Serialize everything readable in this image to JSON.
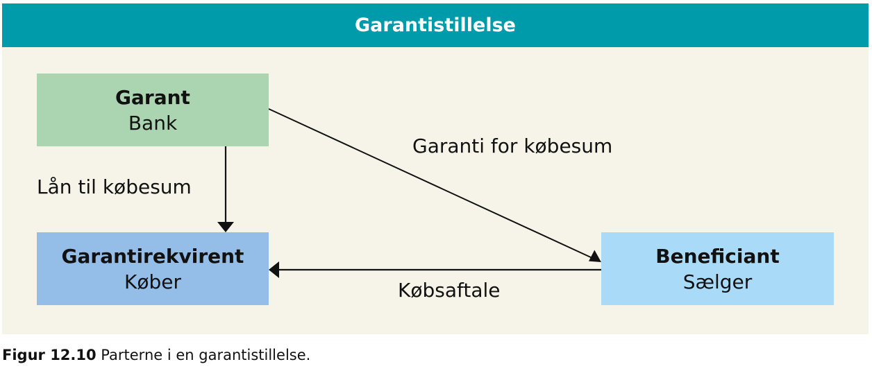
{
  "header": {
    "title": "Garantistillelse"
  },
  "nodes": {
    "garant": {
      "title": "Garant",
      "subtitle": "Bank",
      "color": "#abd4b0"
    },
    "garantirekvirent": {
      "title": "Garantirekvirent",
      "subtitle": "Køber",
      "color": "#94bde8"
    },
    "beneficiant": {
      "title": "Beneficiant",
      "subtitle": "Sælger",
      "color": "#a9daf7"
    }
  },
  "edges": {
    "laan": {
      "label": "Lån til købesum",
      "from": "garant",
      "to": "garantirekvirent"
    },
    "garanti": {
      "label": "Garanti for købesum",
      "from": "garant",
      "to": "beneficiant"
    },
    "kobsaftale": {
      "label": "Købsaftale",
      "from": "beneficiant",
      "to": "garantirekvirent"
    }
  },
  "caption": {
    "label": "Figur 12.10",
    "text": " Parterne i en garantistillelse."
  },
  "colors": {
    "header": "#009bab",
    "background": "#f6f3e8",
    "arrow": "#111111"
  }
}
